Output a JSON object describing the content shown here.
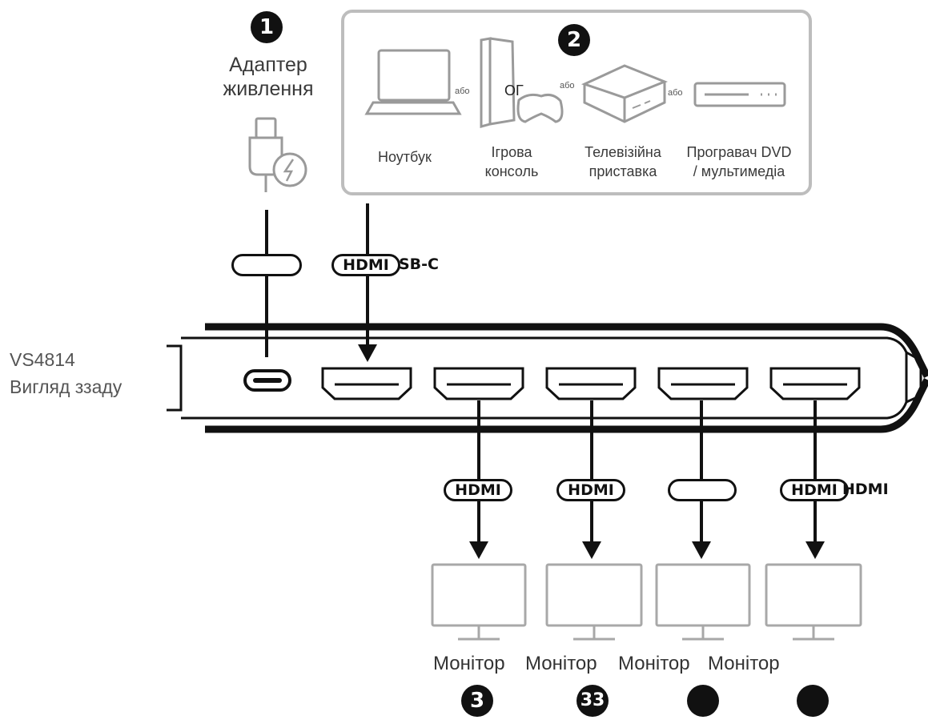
{
  "steps": {
    "one": "1",
    "two": "2",
    "three_a": "3",
    "three_b": "33"
  },
  "power": {
    "label_line1": "Адаптер",
    "label_line2": "живлення"
  },
  "sources": {
    "or_word": "або",
    "laptop": "Ноутбук",
    "console_line1": "Ігрова",
    "console_line2": "консоль",
    "console_overlay": "ОГ",
    "settop_line1": "Телевізійна",
    "settop_line2": "приставка",
    "player_line1": "Програвач DVD",
    "player_line2": "/ мультимедіа"
  },
  "device": {
    "model": "VS4814",
    "view": "Вигляд ззаду"
  },
  "cables": {
    "power_cable": "",
    "input_cable": "HDMI",
    "input_cable_suffix": "SB-C",
    "out1": "HDMI",
    "out2": "HDMI",
    "out3": "",
    "out4": "HDMI",
    "out4_suffix": "HDMI"
  },
  "monitors": {
    "label": "Монітор"
  }
}
